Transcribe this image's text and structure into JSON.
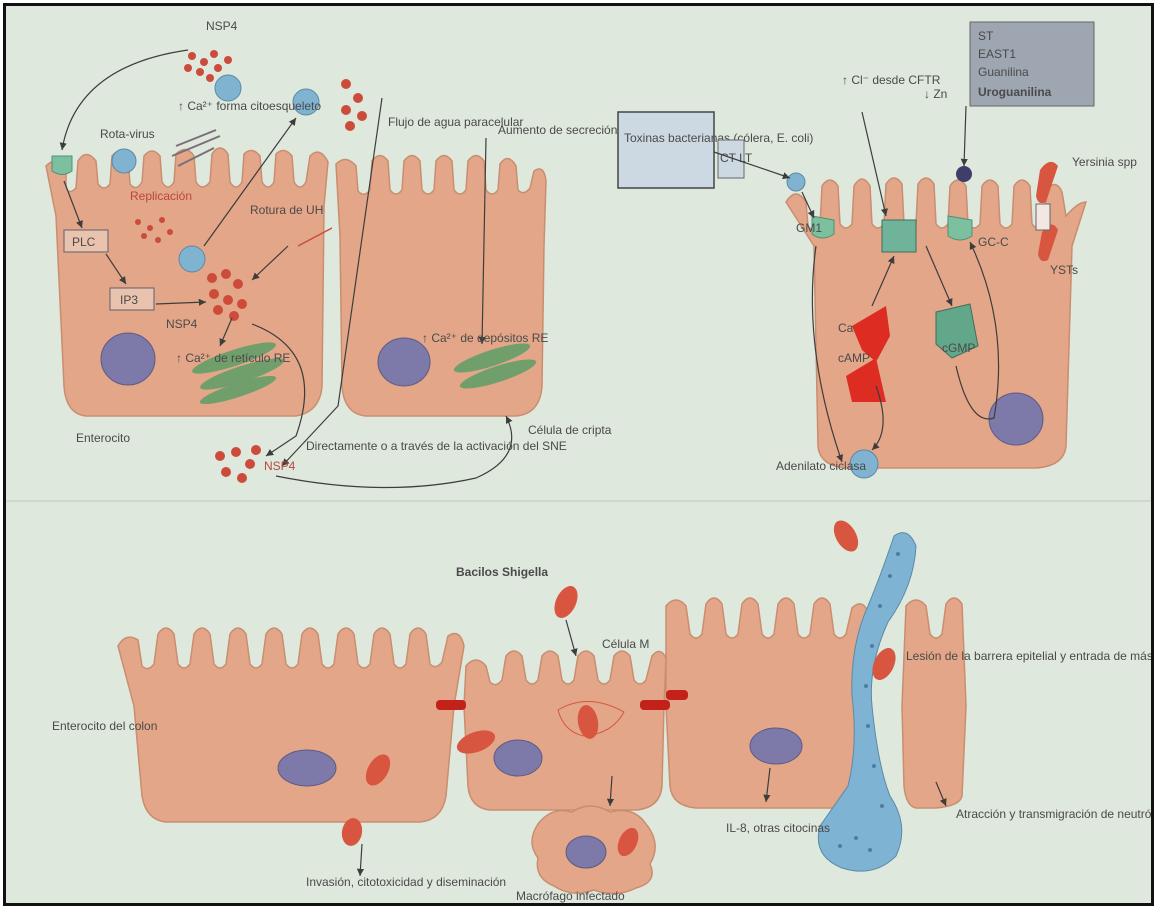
{
  "panel_top_left": {
    "virus_label": "NSP4",
    "calcium_cytoskeleton": "↑ Ca²⁺ forma citoesqueleto",
    "rotavirus": "Rota-virus",
    "water_flow": "Flujo de agua paracelular",
    "chloride_secretion": "Aumento de secreción de Cl⁻",
    "replication": "Replicación",
    "tight_junction_rupture": "Rotura de UH",
    "plc": "PLC",
    "ip3": "IP3",
    "nsp4_inner": "NSP4",
    "calcium_re": "↑ Ca²⁺ de retículo RE",
    "calcium_re_crypt": "↑ Ca²⁺ de depósitos RE",
    "enterocyte": "Enterocito",
    "crypt_cell": "Célula de cripta",
    "ens_activation": "Directamente o a través de la activación del SNE",
    "nsp4_outer": "NSP4"
  },
  "panel_top_right": {
    "toxin_box": "Toxinas bacterianas (cólera, E. coli)",
    "toxin_abbrev": "CT LT",
    "cl_cftr": "↑ Cl⁻ desde CFTR",
    "zinc": "↓ Zn",
    "east_box_line1": "ST",
    "east_box_line2": "EAST1",
    "east_box_line3": "Guanilina",
    "east_box_line4": "Uroguanilina",
    "yersinia": "Yersinia spp",
    "gm1": "GM1",
    "gc_c": "GC-C",
    "camp": "cAMP",
    "cgmp": "cGMP",
    "ca": "Ca",
    "ystx": "YSTs",
    "adenylate_cyclase": "Adenilato ciclasa"
  },
  "panel_bottom": {
    "shigella_bacilli": "Bacilos Shigella",
    "m_cell": "Célula M",
    "colon_enterocyte": "Enterocito del colon",
    "barrier_injury": "Lesión de la barrera epitelial y entrada de más Shigella",
    "il8": "IL-8, otras citocinas",
    "neutrophil_migration": "Atracción y transmigración de neutrófilos",
    "invasion": "Invasión, citotoxicidad y diseminación",
    "macrophage": "Macrófago infectado"
  },
  "colors": {
    "background": "#dfe8dc",
    "cell_fill": "#e3a688",
    "cell_stroke": "#c98d70",
    "nucleus": "#7d79a8",
    "virus": "#7fb3cf",
    "red_particle": "#cc4b3a",
    "green_er": "#5e9e66",
    "blood": "#7fb3d4",
    "bacteria": "#d8553f",
    "protein_red": "#dd2c22",
    "protein_green": "#62a789"
  }
}
